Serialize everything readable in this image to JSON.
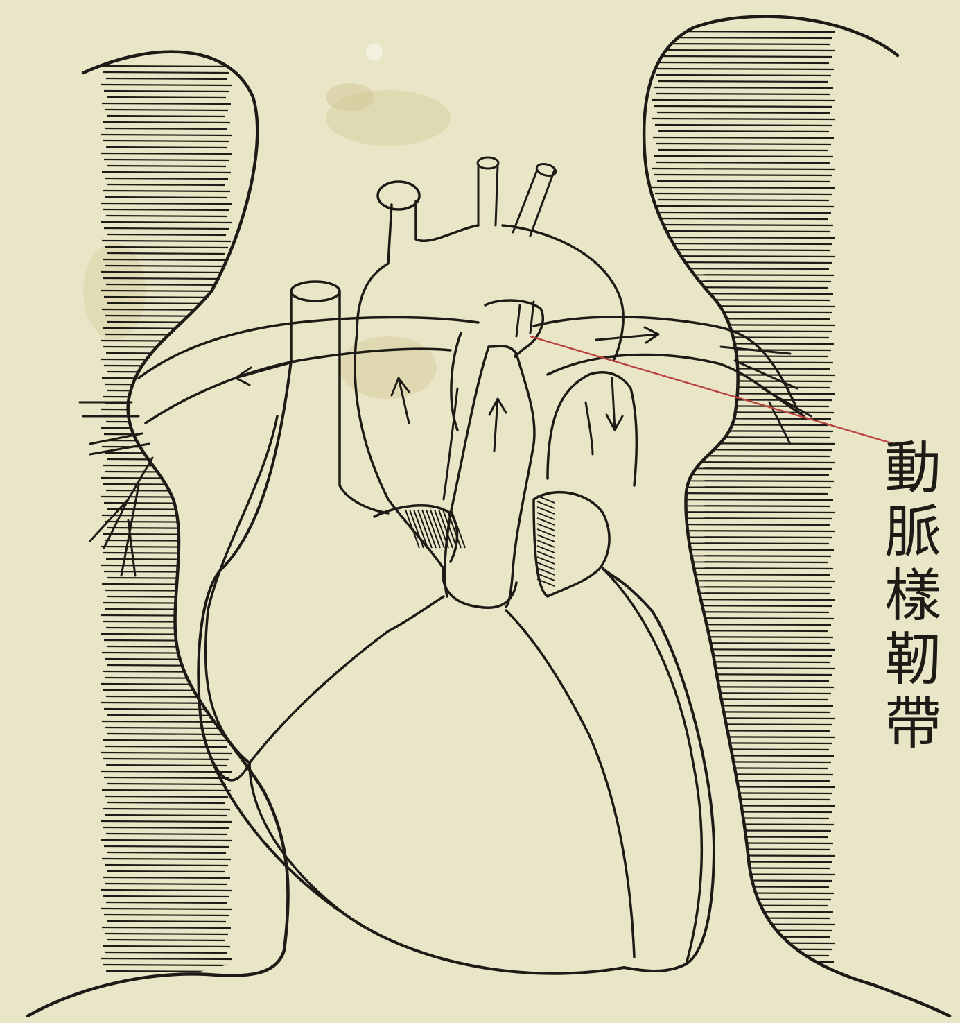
{
  "label": {
    "text": "動脈樣靭帶",
    "chars": [
      "動",
      "脈",
      "樣",
      "靭",
      "帶"
    ]
  },
  "colors": {
    "paper": "#e9e6c8",
    "ink": "#1d1b16",
    "leader": "#b8433f",
    "stain": "#d8cfa0"
  }
}
